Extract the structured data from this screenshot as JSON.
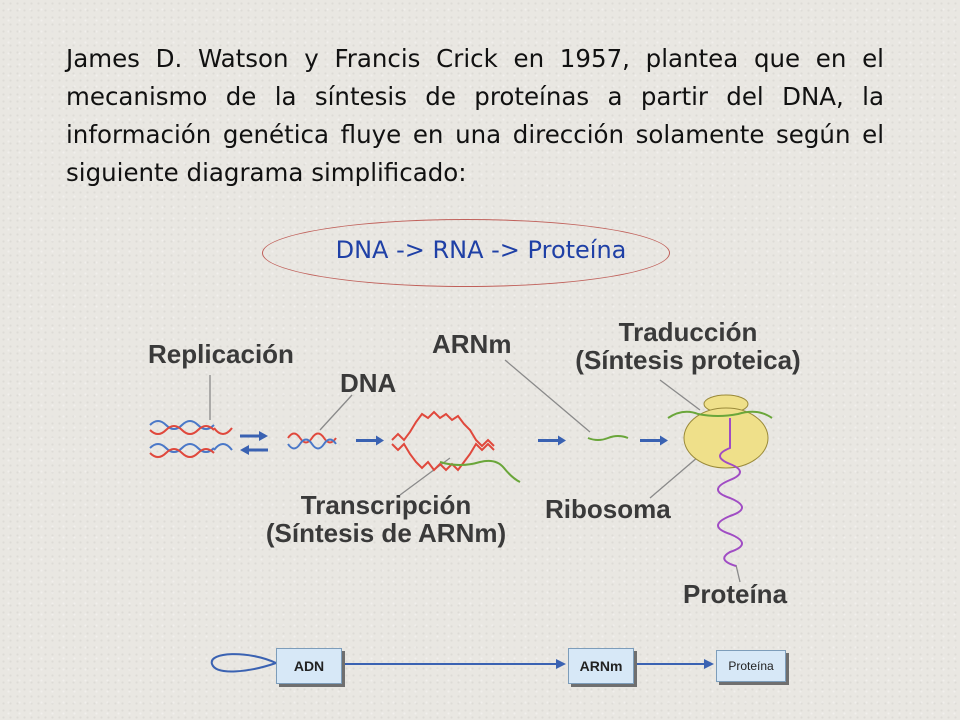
{
  "intro_text": "James D. Watson y Francis Crick en 1957, plantea que en el mecanismo de la síntesis de proteínas a partir del DNA, la información genética fluye en una dirección solamente según el siguiente diagrama simplificado:",
  "flow_text": "DNA -> RNA -> Proteína",
  "labels": {
    "replicacion": "Replicación",
    "dna": "DNA",
    "arnm": "ARNm",
    "traduccion_line1": "Traducción",
    "traduccion_line2": "(Síntesis proteica)",
    "transcripcion_line1": "Transcripción",
    "transcripcion_line2": "(Síntesis de ARNm)",
    "ribosoma": "Ribosoma",
    "proteina": "Proteína"
  },
  "boxes": {
    "adn": "ADN",
    "arnm": "ARNm",
    "proteina": "Proteína"
  },
  "colors": {
    "dna_red": "#e0483c",
    "dna_blue": "#4a78c8",
    "mrna_green": "#6aa63a",
    "protein_purple": "#a04cc4",
    "ribosome_yellow": "#efe08a",
    "arrow_blue": "#3a62b2",
    "flow_text_blue": "#1f40a6"
  }
}
